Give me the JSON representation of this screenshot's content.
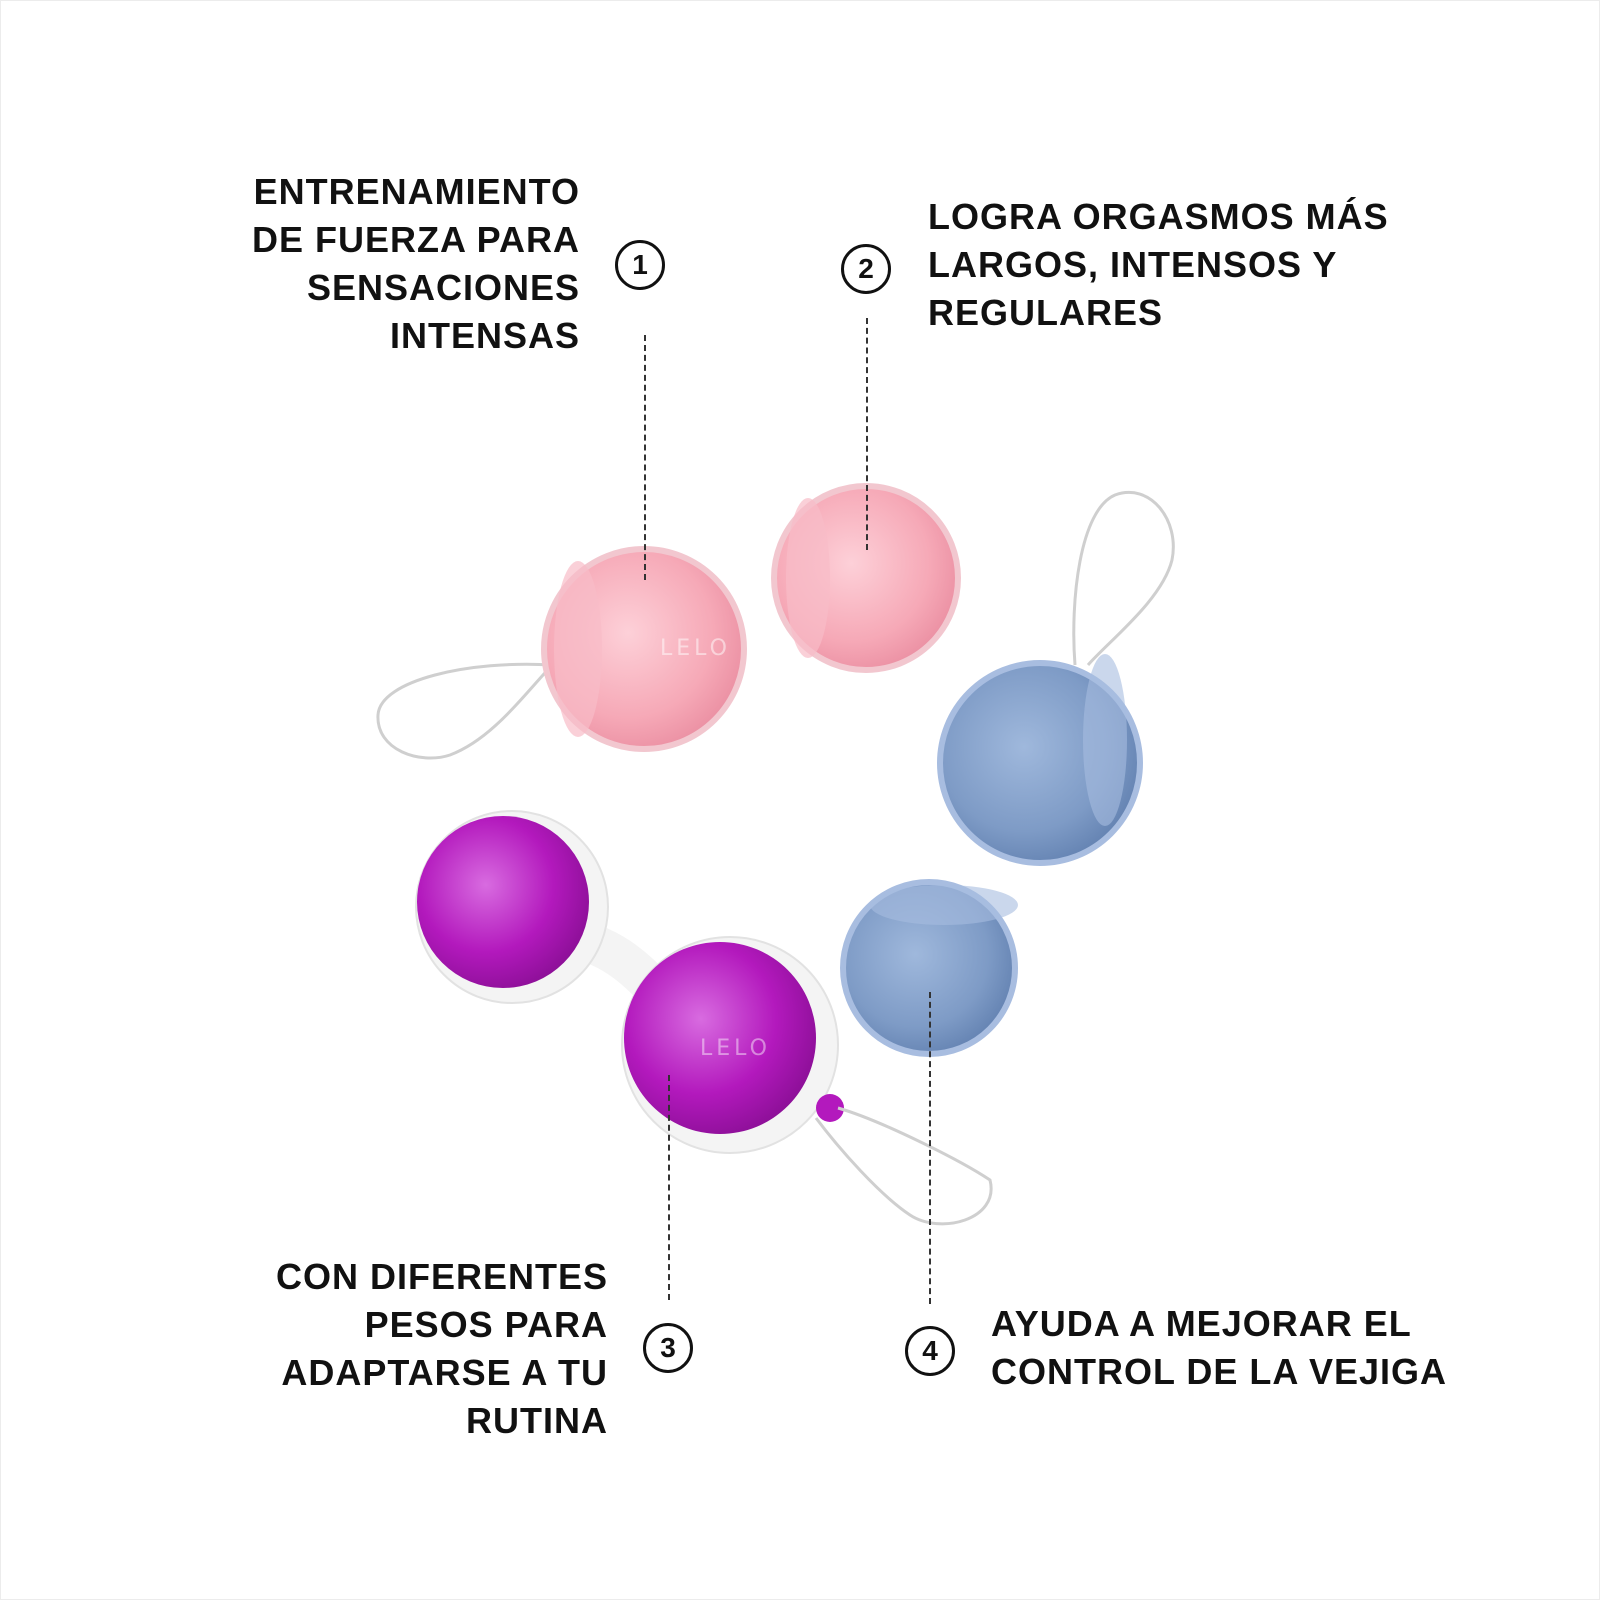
{
  "background_color": "#ffffff",
  "captions": [
    {
      "number": "1",
      "text": "ENTRENAMIENTO\nDE FUERZA PARA\nSENSACIONES\nINTENSAS"
    },
    {
      "number": "2",
      "text": "LOGRA ORGASMOS MÁS\nLARGOS, INTENSOS Y\nREGULARES"
    },
    {
      "number": "3",
      "text": "CON DIFERENTES\nPESOS PARA\nADAPTARSE A TU\nRUTINA"
    },
    {
      "number": "4",
      "text": "AYUDA A MEJORAR EL\nCONTROL DE LA VEJIGA"
    }
  ],
  "product_image": {
    "brand_mark": "LELO",
    "colors": {
      "pink": "#f7a7b5",
      "blue": "#7e9bc6",
      "purple": "#b319bd",
      "white_shell": "#f4f4f4",
      "cord": "#cfcfcf"
    }
  }
}
